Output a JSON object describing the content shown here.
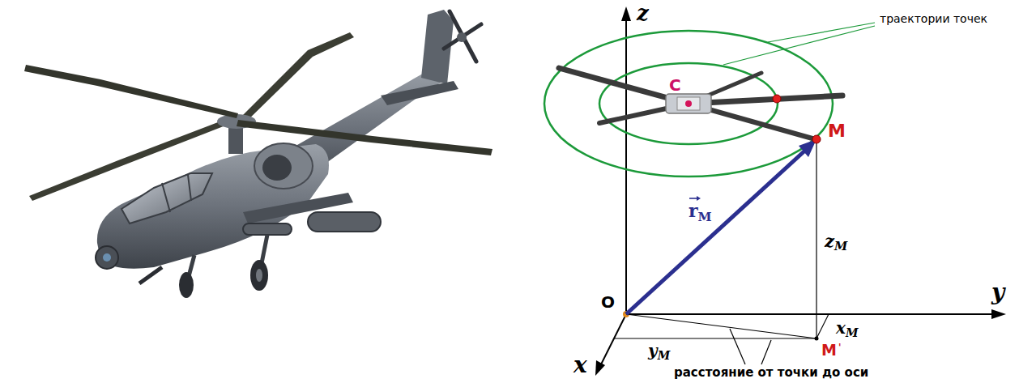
{
  "diagram": {
    "labels": [
      "z",
      "траектории точек",
      "C",
      "M",
      "rM",
      "zM",
      "y",
      "O",
      "xM",
      "yM",
      "M'",
      "x",
      "расстояние от точки до оси"
    ]
  }
}
